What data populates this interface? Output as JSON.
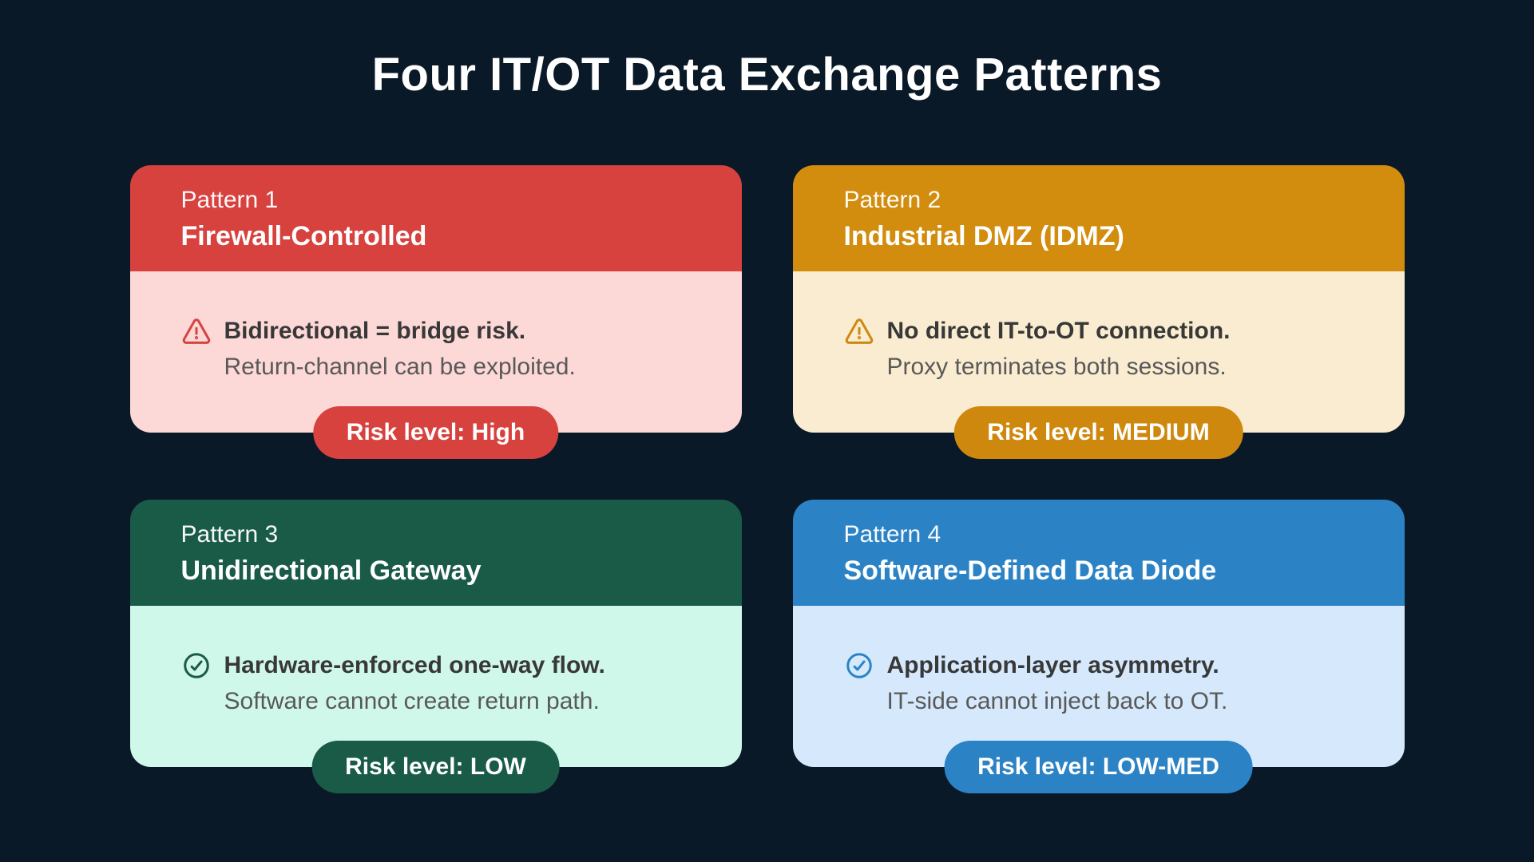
{
  "page": {
    "title": "Four IT/OT Data Exchange Patterns",
    "background_color": "#0a1928"
  },
  "cards": [
    {
      "pattern_label": "Pattern 1",
      "title": "Firewall-Controlled",
      "icon": "warning-triangle-icon",
      "note_primary": "Bidirectional = bridge risk.",
      "note_secondary": "Return-channel can be exploited.",
      "risk_badge": "Risk level: High",
      "header_color": "#d7423f",
      "body_color": "#fcd8d7",
      "accent_color": "#d7423f"
    },
    {
      "pattern_label": "Pattern 2",
      "title": "Industrial DMZ (IDMZ)",
      "icon": "warning-triangle-icon",
      "note_primary": "No direct IT-to-OT connection.",
      "note_secondary": "Proxy terminates both sessions.",
      "risk_badge": "Risk level: MEDIUM",
      "header_color": "#d28d0e",
      "body_color": "#faecd0",
      "accent_color": "#cf880e"
    },
    {
      "pattern_label": "Pattern 3",
      "title": "Unidirectional Gateway",
      "icon": "check-circle-icon",
      "note_primary": "Hardware-enforced one-way flow.",
      "note_secondary": "Software cannot create return path.",
      "risk_badge": "Risk level: LOW",
      "header_color": "#1a5b47",
      "body_color": "#d0f8ea",
      "accent_color": "#1a5b47"
    },
    {
      "pattern_label": "Pattern 4",
      "title": "Software-Defined Data Diode",
      "icon": "check-circle-icon",
      "note_primary": "Application-layer asymmetry.",
      "note_secondary": "IT-side cannot inject back to OT.",
      "risk_badge": "Risk level: LOW-MED",
      "header_color": "#2b83c5",
      "body_color": "#d6e9fc",
      "accent_color": "#2b83c5"
    }
  ]
}
